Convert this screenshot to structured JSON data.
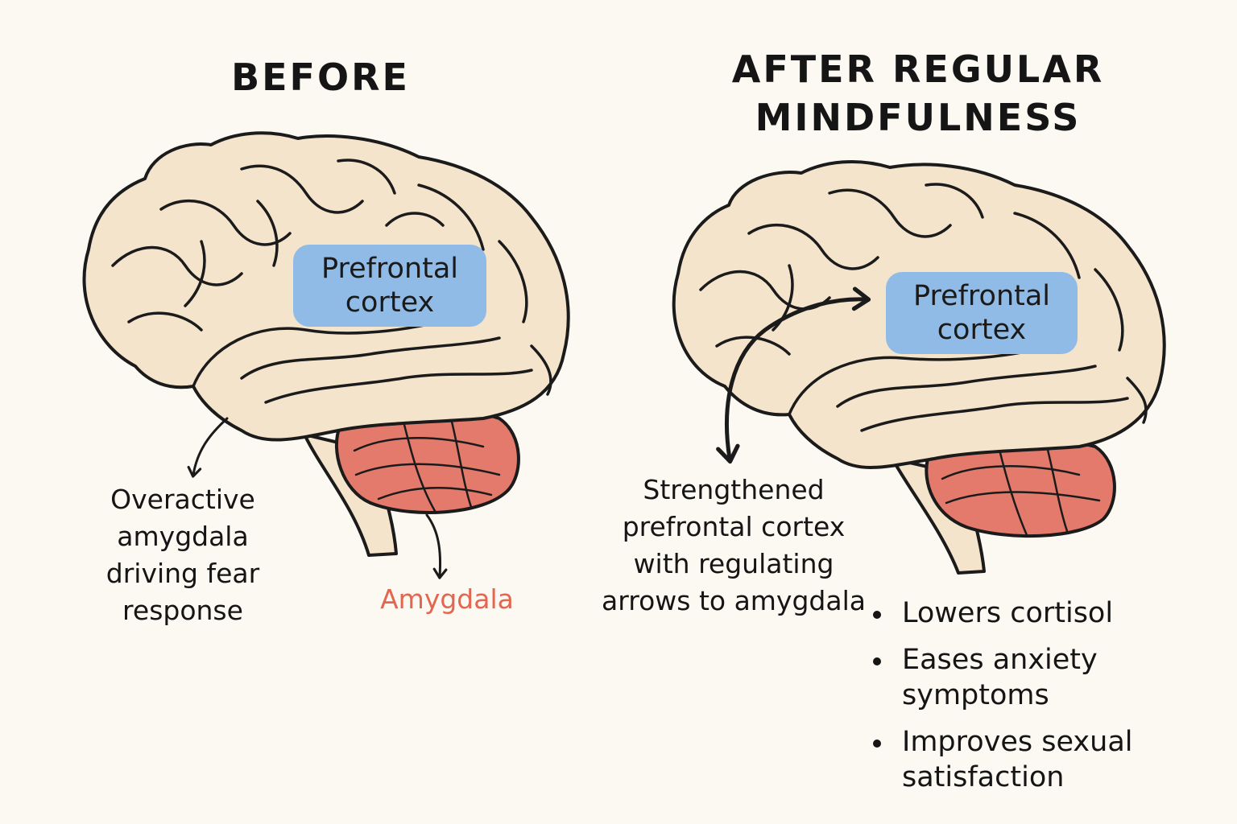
{
  "before": {
    "title": "BEFORE",
    "prefrontal_label": [
      "Prefrontal",
      "cortex"
    ],
    "overactive_label": "Overactive amygdala driving fear response",
    "amygdala_label": "Amygdala"
  },
  "after": {
    "title_lines": [
      "AFTER REGULAR",
      "MINDFULNESS"
    ],
    "prefrontal_label": [
      "Prefrontal",
      "cortex"
    ],
    "strengthened_label": "Strengthened prefrontal cortex with regulating arrows to amygdala",
    "benefits": [
      "Lowers cortisol",
      "Eases anxiety symptoms",
      "Improves sexual satisfaction"
    ]
  },
  "colors": {
    "brain_fill": "#f4e4cb",
    "outline": "#1b1b1b",
    "amygdala_fill": "#e37a6c",
    "prefrontal_fill": "#90bbe6",
    "amygdala_text": "#e26650"
  }
}
